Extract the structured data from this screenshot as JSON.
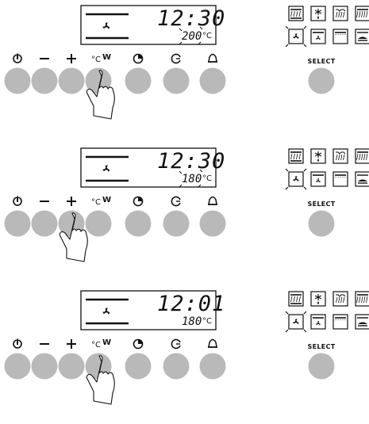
{
  "panels": [
    {
      "display": {
        "time": "12:30",
        "temperature": "200",
        "unit": "°C",
        "temp_blinking": true
      },
      "pressed_button": "temp-weight"
    },
    {
      "display": {
        "time": "12:30",
        "temperature": "180",
        "unit": "°C",
        "temp_blinking": true
      },
      "pressed_button": "plus"
    },
    {
      "display": {
        "time": "12:01",
        "temperature": "180",
        "unit": "°C",
        "temp_blinking": false
      },
      "pressed_button": "temp-weight"
    }
  ],
  "buttons": [
    {
      "id": "power",
      "symbol": "⏻",
      "icon": "power-icon"
    },
    {
      "id": "minus",
      "symbol": "−",
      "icon": "minus-icon"
    },
    {
      "id": "plus",
      "symbol": "+",
      "icon": "plus-icon"
    },
    {
      "id": "temp-weight",
      "symbol": "°CW",
      "icon": "temp-weight-icon"
    },
    {
      "id": "cook-time",
      "symbol": "◔",
      "icon": "cooking-time-icon"
    },
    {
      "id": "end-time",
      "symbol": "◷",
      "icon": "end-time-icon"
    },
    {
      "id": "alarm",
      "symbol": "🔔",
      "icon": "bell-icon"
    }
  ],
  "mode_icons": [
    "top-bottom-heat",
    "defrost",
    "grill",
    "large-grill",
    "fan-assisted",
    "fan-grill",
    "bottom-heat",
    "pizza"
  ],
  "active_mode": "fan-assisted",
  "select_label": "SELECT",
  "colors": {
    "button": "#b9b9b9",
    "line": "#111111",
    "background": "#ffffff"
  }
}
